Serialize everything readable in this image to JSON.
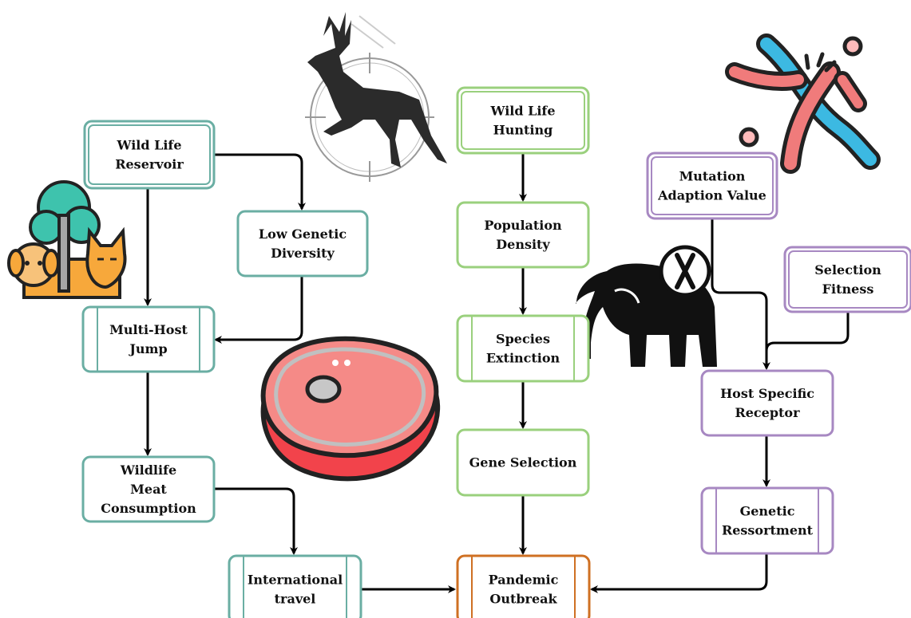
{
  "colors": {
    "teal": "#6aaea3",
    "green": "#9ad07d",
    "purple": "#a788c2",
    "orange": "#cf7023",
    "arrow": "#000000"
  },
  "nodes": {
    "wild_life_reservoir": [
      "Wild Life",
      "Reservoir"
    ],
    "low_genetic_diversity": [
      "Low Genetic",
      "Diversity"
    ],
    "multi_host_jump": [
      "Multi-Host",
      "Jump"
    ],
    "wildlife_meat_consumption": [
      "Wildlife",
      "Meat",
      "Consumption"
    ],
    "international_travel": [
      "International",
      "travel"
    ],
    "wild_life_hunting": [
      "Wild Life",
      "Hunting"
    ],
    "population_density": [
      "Population",
      "Density"
    ],
    "species_extinction": [
      "Species",
      "Extinction"
    ],
    "gene_selection": [
      "Gene Selection"
    ],
    "pandemic_outbreak": [
      "Pandemic",
      "Outbreak"
    ],
    "mutation_adaption_value": [
      "Mutation",
      "Adaption Value"
    ],
    "selection_fitness": [
      "Selection",
      "Fitness"
    ],
    "host_specific_receptor": [
      "Host Specific",
      "Receptor"
    ],
    "genetic_ressortment": [
      "Genetic",
      "Ressortment"
    ]
  },
  "icons": [
    "deer-icon",
    "dna-icon",
    "tree-animals-icon",
    "elephant-icon",
    "meat-icon"
  ]
}
